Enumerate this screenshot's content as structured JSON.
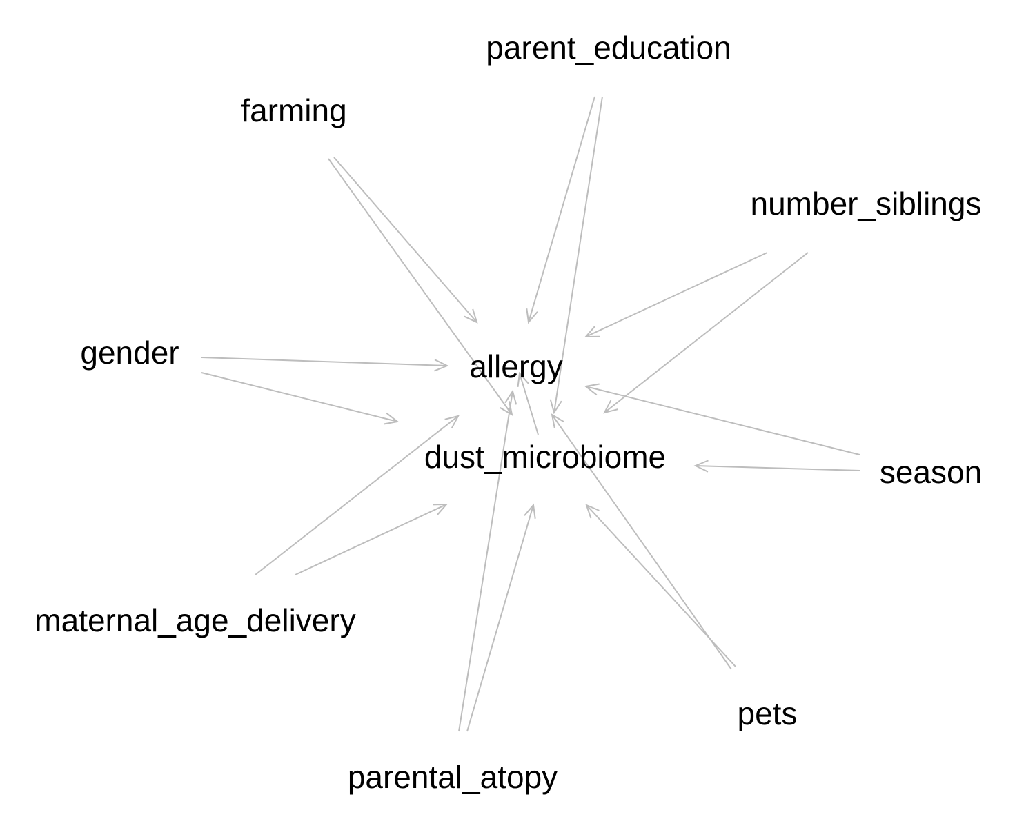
{
  "diagram": {
    "type": "directed-acyclic-graph",
    "edge_color": "#bdbdbd",
    "text_color": "#000000",
    "background": "#ffffff",
    "nodes": [
      {
        "id": "allergy",
        "label": "allergy"
      },
      {
        "id": "dust_microbiome",
        "label": "dust_microbiome"
      },
      {
        "id": "parent_education",
        "label": "parent_education"
      },
      {
        "id": "farming",
        "label": "farming"
      },
      {
        "id": "number_siblings",
        "label": "number_siblings"
      },
      {
        "id": "gender",
        "label": "gender"
      },
      {
        "id": "season",
        "label": "season"
      },
      {
        "id": "maternal_age_delivery",
        "label": "maternal_age_delivery"
      },
      {
        "id": "pets",
        "label": "pets"
      },
      {
        "id": "parental_atopy",
        "label": "parental_atopy"
      }
    ],
    "edges": [
      {
        "from": "parent_education",
        "to": "allergy"
      },
      {
        "from": "parent_education",
        "to": "dust_microbiome"
      },
      {
        "from": "farming",
        "to": "allergy"
      },
      {
        "from": "farming",
        "to": "dust_microbiome"
      },
      {
        "from": "number_siblings",
        "to": "allergy"
      },
      {
        "from": "number_siblings",
        "to": "dust_microbiome"
      },
      {
        "from": "gender",
        "to": "allergy"
      },
      {
        "from": "gender",
        "to": "dust_microbiome"
      },
      {
        "from": "season",
        "to": "allergy"
      },
      {
        "from": "season",
        "to": "dust_microbiome"
      },
      {
        "from": "maternal_age_delivery",
        "to": "allergy"
      },
      {
        "from": "maternal_age_delivery",
        "to": "dust_microbiome"
      },
      {
        "from": "pets",
        "to": "allergy"
      },
      {
        "from": "pets",
        "to": "dust_microbiome"
      },
      {
        "from": "parental_atopy",
        "to": "allergy"
      },
      {
        "from": "parental_atopy",
        "to": "dust_microbiome"
      },
      {
        "from": "dust_microbiome",
        "to": "allergy"
      }
    ]
  }
}
